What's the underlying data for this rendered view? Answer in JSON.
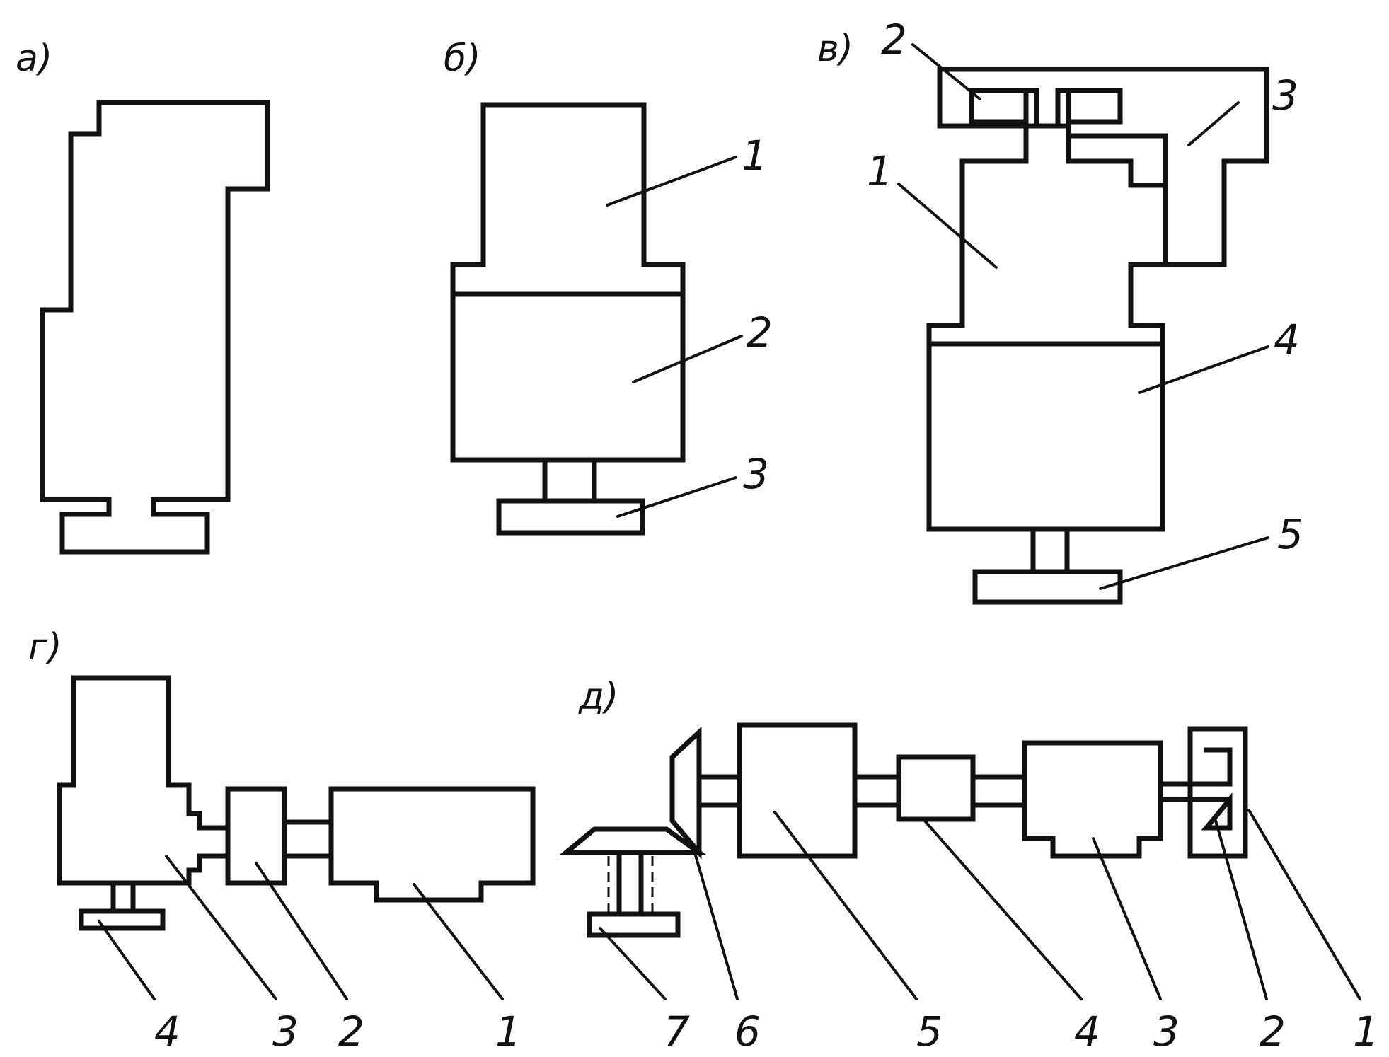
{
  "figure": {
    "panels": {
      "a": {
        "label": "а)"
      },
      "b": {
        "label": "б)",
        "callouts": [
          "1",
          "2",
          "3"
        ]
      },
      "v": {
        "label": "в)",
        "callouts": [
          "2",
          "3",
          "1",
          "4",
          "5"
        ]
      },
      "g": {
        "label": "г)",
        "callouts": [
          "4",
          "3",
          "2",
          "1"
        ]
      },
      "d": {
        "label": "д)",
        "callouts": [
          "7",
          "6",
          "5",
          "4",
          "3",
          "2",
          "1"
        ]
      }
    },
    "colors": {
      "ink": "#111111",
      "paper": "#ffffff"
    }
  }
}
